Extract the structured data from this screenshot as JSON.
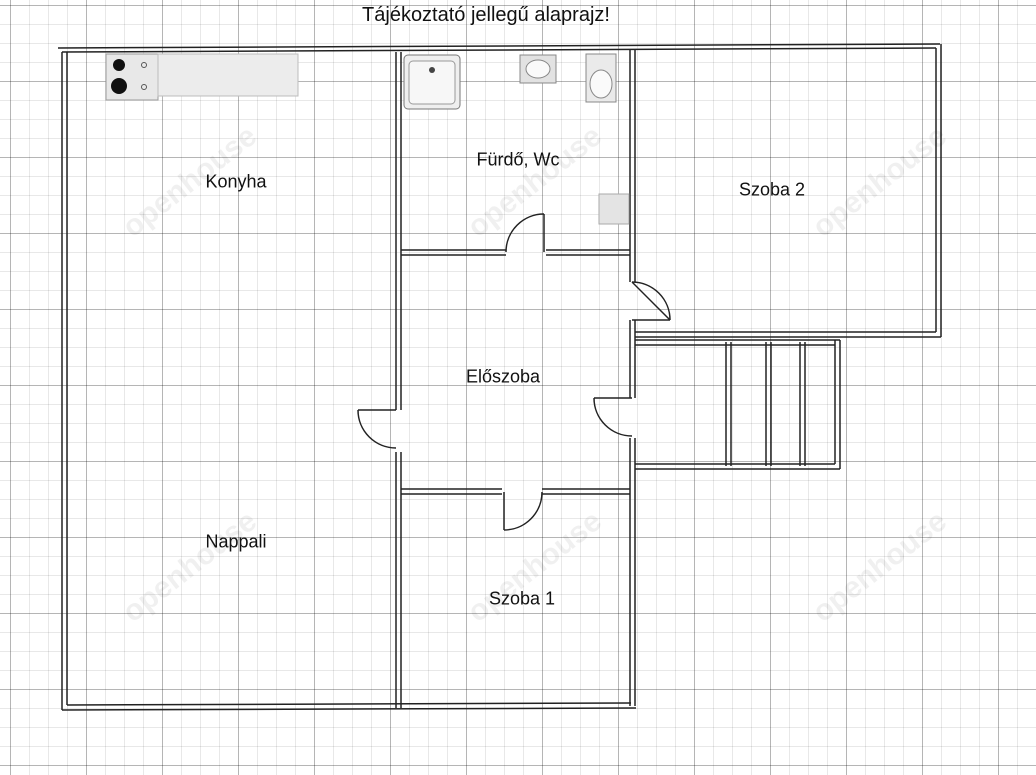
{
  "title": "Tájékoztató jellegű alaprajz!",
  "rooms": {
    "konyha": "Konyha",
    "furdo": "Fürdő, Wc",
    "szoba2": "Szoba 2",
    "eloszoba": "Előszoba",
    "nappali": "Nappali",
    "szoba1": "Szoba 1"
  },
  "watermark": "openhouse",
  "colors": {
    "wall": "#222222",
    "grid": "#c8c8c8",
    "fixture": "#dcdcdc"
  }
}
